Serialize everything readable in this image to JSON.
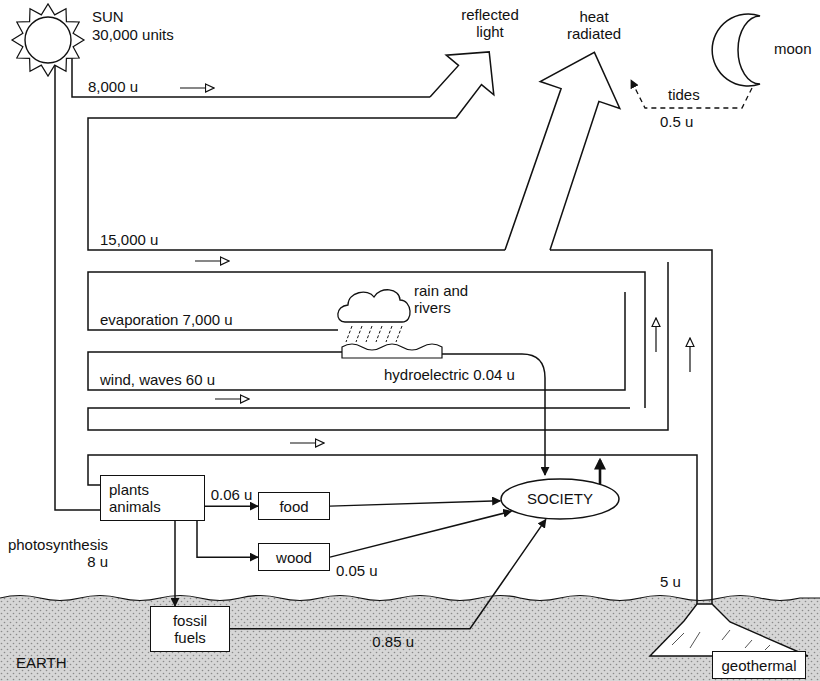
{
  "diagram": {
    "nodes": [
      {
        "text": [
          "plants animals"
        ]
      },
      {
        "text": [
          "food"
        ]
      },
      {
        "text": [
          "SOCIETY"
        ]
      },
      {
        "text": [
          "wood"
        ]
      },
      {
        "text": [
          "fossil fuels"
        ]
      },
      {
        "text": [
          "geothermal"
        ]
      }
    ],
    "edges": [
      {
        "from": 0,
        "to": 1,
        "arrow": "to",
        "label": "0.06 u"
      },
      {
        "from": 0,
        "to": 3,
        "arrow": "to"
      },
      {
        "from": 0,
        "to": 4,
        "arrow": "to"
      },
      {
        "from": 1,
        "to": 2,
        "arrow": "to"
      },
      {
        "from": 3,
        "to": 2,
        "arrow": "to",
        "label": "0.05 u"
      },
      {
        "from": 4,
        "to": 2,
        "arrow": "to",
        "label": "0.85 u"
      }
    ],
    "labels": [
      "SUN",
      "30,000 units",
      "8,000 u",
      "reflected light",
      "heat radiated",
      "moon",
      "tides",
      "0.5 u",
      "15,000 u",
      "evaporation 7,000 u",
      "rain and rivers",
      "wind, waves 60 u",
      "hydroelectric 0.04 u",
      "photosynthesis 8 u",
      "5 u",
      "EARTH"
    ]
  }
}
